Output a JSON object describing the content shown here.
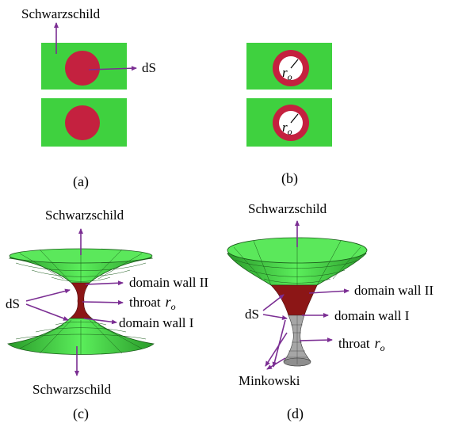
{
  "colors": {
    "green": "#3fd13f",
    "red": "#c4213f",
    "arrow": "#7b2e93",
    "mesh_green": "#3ecf3e",
    "mesh_red": "#8c1616",
    "mesh_grey": "#9a9a9a"
  },
  "panel_a": {
    "label_schwarzschild": "Schwarzschild",
    "label_ds": "dS",
    "caption": "(a)"
  },
  "panel_b": {
    "radius_symbol": "r",
    "radius_subscript": "o",
    "caption": "(b)"
  },
  "panel_c": {
    "top_label": "Schwarzschild",
    "bottom_label": "Schwarzschild",
    "domain_wall_2": "domain wall II",
    "domain_wall_1": "domain wall I",
    "throat_word": "throat",
    "throat_symbol": "r",
    "throat_subscript": "o",
    "ds_label": "dS",
    "caption": "(c)"
  },
  "panel_d": {
    "top_label": "Schwarzschild",
    "domain_wall_2": "domain wall II",
    "domain_wall_1": "domain wall I",
    "throat_word": "throat",
    "throat_symbol": "r",
    "throat_subscript": "o",
    "ds_label": "dS",
    "bottom_label": "Minkowski",
    "caption": "(d)"
  }
}
